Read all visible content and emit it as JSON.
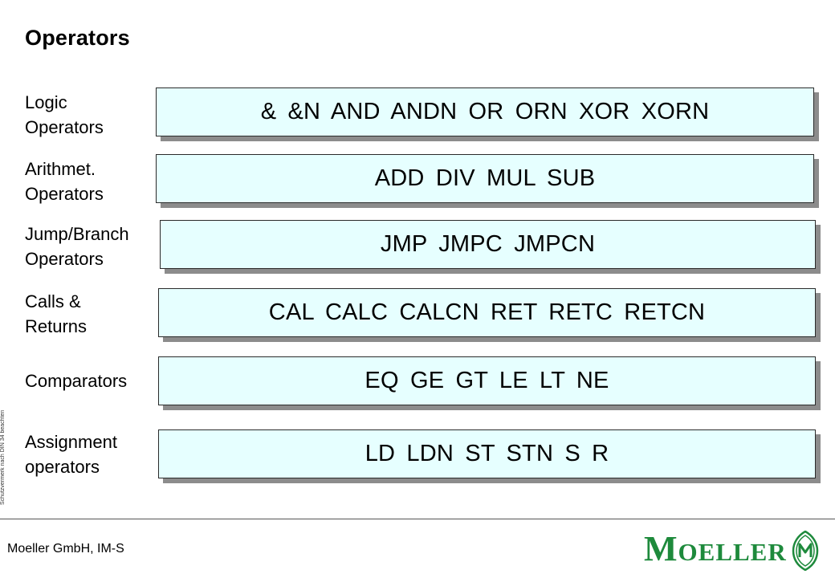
{
  "title": "Operators",
  "rows": [
    {
      "label": "Logic\nOperators",
      "operators": "&  &N  AND  ANDN  OR  ORN  XOR  XORN"
    },
    {
      "label": "Arithmet.\nOperators",
      "operators": "ADD  DIV  MUL  SUB"
    },
    {
      "label": "Jump/Branch\nOperators",
      "operators": "JMP  JMPC  JMPCN"
    },
    {
      "label": "Calls &\nReturns",
      "operators": "CAL  CALC  CALCN  RET  RETC  RETCN"
    },
    {
      "label": "Comparators",
      "operators": "EQ  GE  GT  LE  LT  NE"
    },
    {
      "label": "Assignment\noperators",
      "operators": "LD  LDN  ST  STN S  R"
    }
  ],
  "side_note": "Schutzvermerk nach DIN 34 beachten",
  "footer": {
    "company": "Moeller GmbH, IM-S",
    "logo_text": "MOELLER",
    "logo_color": "#1e8a3c"
  }
}
